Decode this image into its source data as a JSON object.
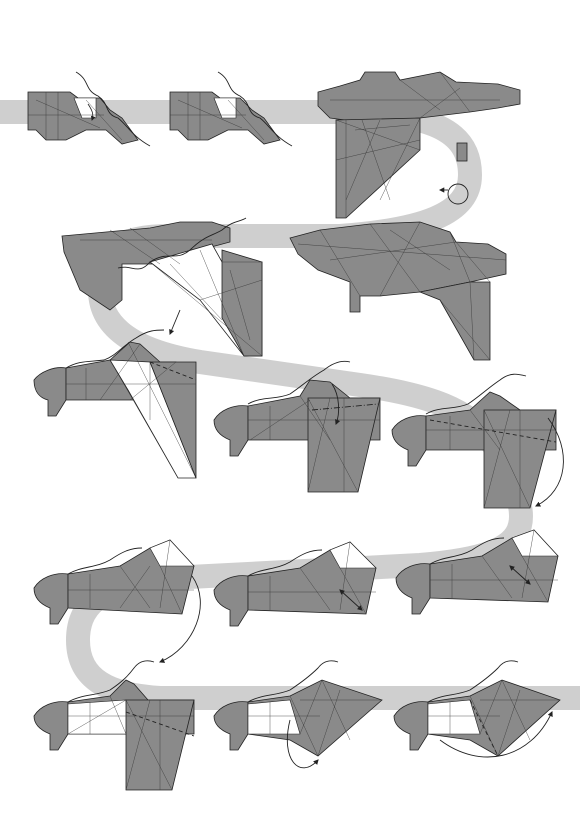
{
  "diagram": {
    "page_background": "#ffffff",
    "path_color": "#cfcfcf",
    "paper_colored_side": "#8a8a8a",
    "paper_white_side": "#ffffff",
    "line_color": "#222222",
    "crease_color": "#333333",
    "steps": [
      {
        "id": "step-1",
        "row": 1,
        "col": 1,
        "action": "fold"
      },
      {
        "id": "step-2",
        "row": 1,
        "col": 2,
        "action": "result"
      },
      {
        "id": "step-3",
        "row": 1,
        "col": 3,
        "action": "turn-over"
      },
      {
        "id": "step-4",
        "row": 2,
        "col": 1,
        "action": "squash"
      },
      {
        "id": "step-5",
        "row": 2,
        "col": 2,
        "action": "result"
      },
      {
        "id": "step-6",
        "row": 3,
        "col": 1,
        "action": "valley-fold"
      },
      {
        "id": "step-7",
        "row": 3,
        "col": 2,
        "action": "mountain-fold"
      },
      {
        "id": "step-8",
        "row": 3,
        "col": 3,
        "action": "valley-fold"
      },
      {
        "id": "step-9",
        "row": 4,
        "col": 1,
        "action": "unfold"
      },
      {
        "id": "step-10",
        "row": 4,
        "col": 2,
        "action": "fold"
      },
      {
        "id": "step-11",
        "row": 4,
        "col": 3,
        "action": "fold"
      },
      {
        "id": "step-12",
        "row": 5,
        "col": 1,
        "action": "valley-fold"
      },
      {
        "id": "step-13",
        "row": 5,
        "col": 2,
        "action": "fold"
      },
      {
        "id": "step-14",
        "row": 5,
        "col": 3,
        "action": "fold"
      }
    ]
  }
}
